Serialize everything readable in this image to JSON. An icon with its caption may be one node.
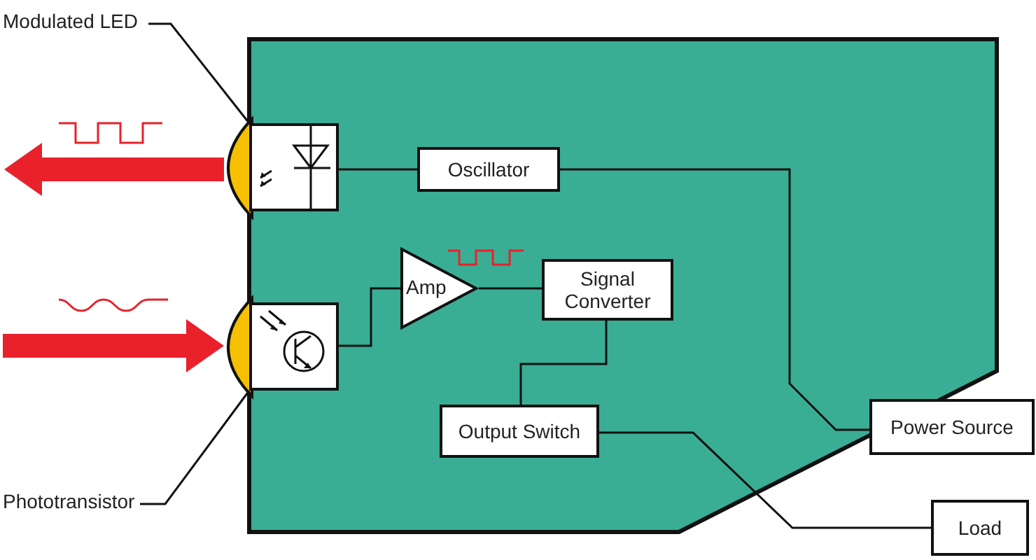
{
  "diagram": {
    "nodes": [
      {
        "text": [],
        "shape": "box"
      },
      {
        "text": [],
        "shape": "box",
        "in": 0
      },
      {
        "text": [],
        "shape": "box",
        "in": 0
      },
      {
        "text": [
          "Oscillator"
        ],
        "in": 0
      },
      {
        "text": [
          "Amp"
        ],
        "in": 0
      },
      {
        "text": [
          "Signal Converter"
        ],
        "in": 0
      },
      {
        "text": [
          "Output Switch"
        ],
        "in": 0
      },
      {
        "text": [
          "Power Source"
        ]
      },
      {
        "text": [
          "Load"
        ]
      },
      {
        "text": [
          "Modulated LED"
        ]
      },
      {
        "text": [
          "Phototransistor"
        ]
      },
      {
        "text": [],
        "shape": "lens"
      },
      {
        "text": [],
        "shape": "lens"
      }
    ],
    "edges": [
      {
        "from": 9,
        "to": 1,
        "arrow": "none"
      },
      {
        "from": 10,
        "to": 2,
        "arrow": "none"
      },
      {
        "from": 1,
        "to": 3,
        "arrow": "none"
      },
      {
        "from": 2,
        "to": 4,
        "arrow": "none"
      },
      {
        "from": 4,
        "to": 5,
        "arrow": "none"
      },
      {
        "from": 5,
        "to": 6,
        "arrow": "none"
      },
      {
        "from": 3,
        "to": 7,
        "arrow": "none"
      },
      {
        "from": 6,
        "to": 8,
        "arrow": "none"
      },
      {
        "from": 11,
        "to": null,
        "arrow": "to",
        "style": "thick",
        "color": "#e8212b"
      },
      {
        "from": null,
        "to": 12,
        "arrow": "to",
        "style": "thick",
        "color": "#e8212b"
      }
    ]
  }
}
